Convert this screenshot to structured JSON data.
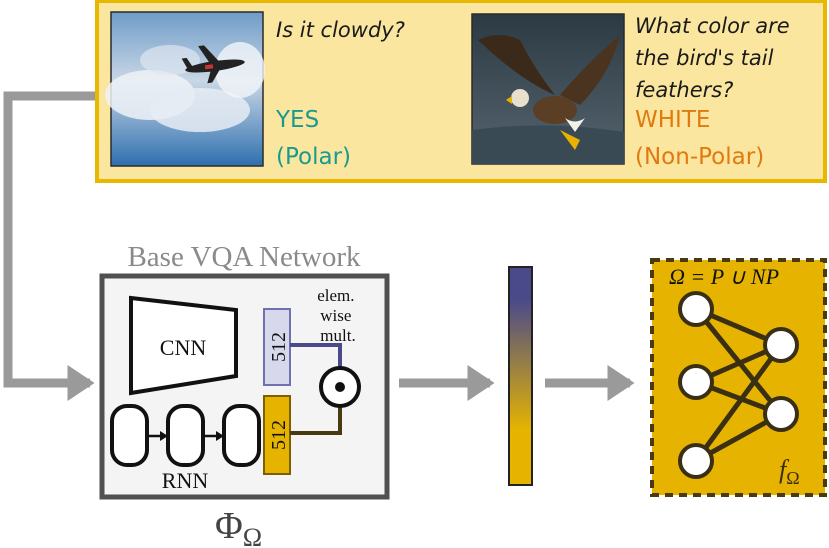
{
  "colors": {
    "panel_fill": "#fbe6a0",
    "panel_border": "#e8b800",
    "polar_answer": "#1a9a8c",
    "nonpolar_answer": "#e07a10",
    "arrow": "#9a9a9a",
    "network_box": "#f4f4f4",
    "network_border": "#505050",
    "vec_question": "#d8d8ec",
    "vec_question_border": "#7070b0",
    "vec_image": "#e6b400",
    "classifier_fill": "#e6b400",
    "classifier_border": "#4a3a10",
    "gradient_top": "#4a4a8a",
    "gradient_bottom": "#e6b400"
  },
  "examples": [
    {
      "image_icon": "airplane-in-cloudy-sky",
      "question": [
        "Is it clowdy?"
      ],
      "answer": "YES",
      "answer_type": "(Polar)"
    },
    {
      "image_icon": "eagle-over-water",
      "question": [
        "What color are",
        "the bird's tail",
        "feathers?"
      ],
      "answer": "WHITE",
      "answer_type": "(Non-Polar)"
    }
  ],
  "network": {
    "title": "Base VQA Network",
    "cnn_label": "CNN",
    "rnn_label": "RNN",
    "vector_top_label": "512",
    "vector_bottom_label": "512",
    "mult_label": [
      "elem.",
      "wise",
      "mult."
    ],
    "mult_symbol": "⊙",
    "phi_label": "Φ",
    "phi_subscript": "Ω"
  },
  "classifier": {
    "omega_label": "Ω = P ∪ NP",
    "f_label": "f",
    "f_subscript": "Ω"
  }
}
